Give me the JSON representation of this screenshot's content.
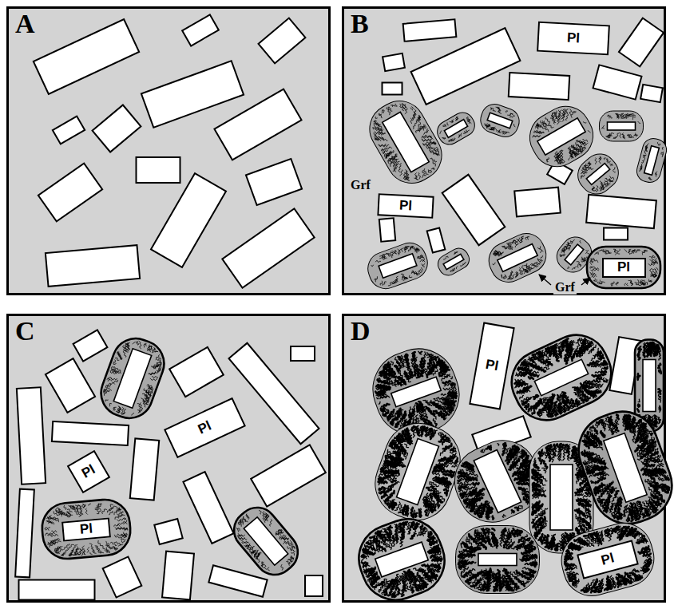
{
  "diagram": {
    "nodes": [
      {
        "text": [
          "A"
        ]
      },
      {
        "text": [
          "B"
        ]
      },
      {
        "text": [
          "Pl"
        ],
        "in": 1
      },
      {
        "text": [
          "Pl"
        ],
        "in": 1
      },
      {
        "text": [
          "Pl"
        ],
        "in": 1
      },
      {
        "text": [
          "C"
        ]
      },
      {
        "text": [
          "Pl"
        ],
        "in": 5
      },
      {
        "text": [
          "Pl"
        ],
        "in": 5
      },
      {
        "text": [
          "Pl"
        ],
        "in": 5
      },
      {
        "text": [
          "D"
        ]
      },
      {
        "text": [
          "Pl"
        ],
        "in": 9
      },
      {
        "text": [
          "Pl"
        ],
        "in": 9
      }
    ],
    "labels": [
      "Grf",
      "Grf"
    ]
  }
}
